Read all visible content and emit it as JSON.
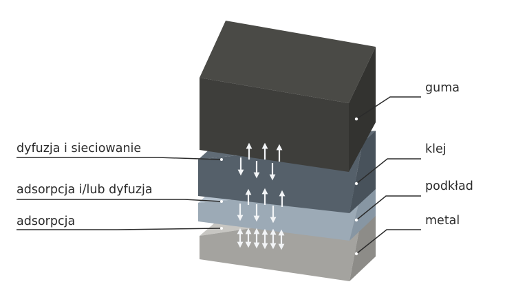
{
  "labels_left": {
    "diffusion_crosslinking": "dyfuzja i sieciowanie",
    "adsorption_or_diffusion": "adsorpcja i/lub dyfuzja",
    "adsorption": "adsorpcja"
  },
  "labels_right": {
    "rubber": "guma",
    "adhesive": "klej",
    "primer": "podkład",
    "metal": "metal"
  },
  "colors": {
    "rubber_top": "#4a4a46",
    "rubber_front": "#3e3e3b",
    "rubber_side": "#333330",
    "adhesive_top": "#606b75",
    "adhesive_front": "#55606a",
    "adhesive_side": "#48525b",
    "primer_top": "#b6c3cf",
    "primer_front": "#9caab6",
    "primer_side": "#8796a3",
    "metal_top": "#c7c6c2",
    "metal_front": "#a4a39f",
    "metal_side": "#8d8c88",
    "arrow": "#f2f4f6",
    "leader": "#2b2b2b"
  }
}
